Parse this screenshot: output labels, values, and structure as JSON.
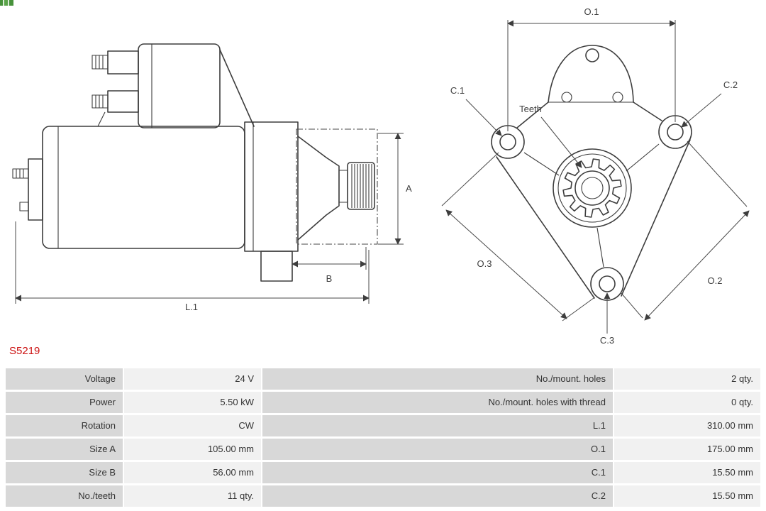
{
  "page": {
    "part_number": "S5219"
  },
  "colors": {
    "part_number": "#cc1111",
    "table_label_bg": "#d8d8d8",
    "table_value_bg": "#f1f1f1",
    "drawing_stroke": "#3d3d3d"
  },
  "diagram": {
    "side_view": {
      "dim_a": "A",
      "dim_b": "B",
      "dim_l1": "L.1"
    },
    "end_view": {
      "dim_o1": "O.1",
      "dim_o2": "O.2",
      "dim_o3": "O.3",
      "dim_c1": "C.1",
      "dim_c2": "C.2",
      "dim_c3": "C.3",
      "teeth_label": "Teeth"
    }
  },
  "table": {
    "rows": [
      {
        "l1": "Voltage",
        "v1": "24 V",
        "l2": "No./mount. holes",
        "v2": "2 qty."
      },
      {
        "l1": "Power",
        "v1": "5.50 kW",
        "l2": "No./mount. holes with thread",
        "v2": "0 qty."
      },
      {
        "l1": "Rotation",
        "v1": "CW",
        "l2": "L.1",
        "v2": "310.00 mm"
      },
      {
        "l1": "Size A",
        "v1": "105.00 mm",
        "l2": "O.1",
        "v2": "175.00 mm"
      },
      {
        "l1": "Size B",
        "v1": "56.00 mm",
        "l2": "C.1",
        "v2": "15.50 mm"
      },
      {
        "l1": "No./teeth",
        "v1": "11 qty.",
        "l2": "C.2",
        "v2": "15.50 mm"
      }
    ]
  }
}
